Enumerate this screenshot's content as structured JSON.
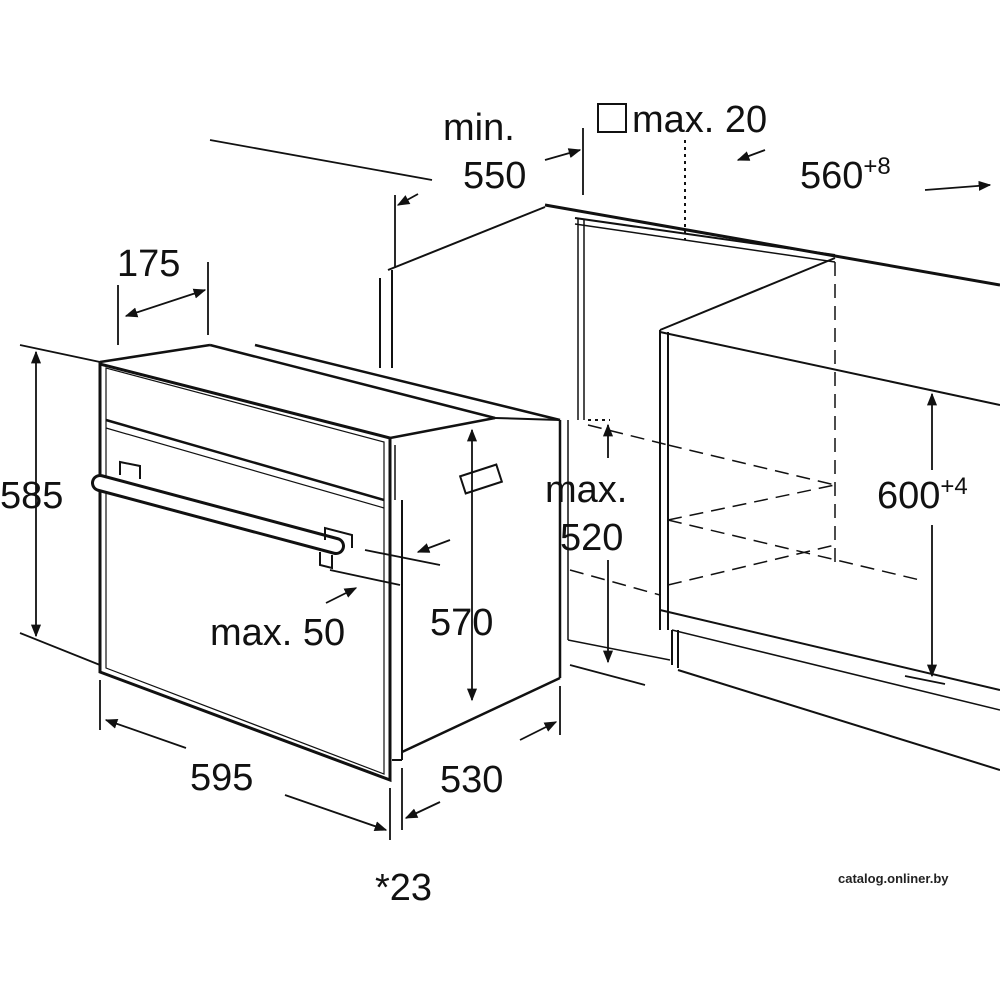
{
  "diagram": {
    "labels": {
      "min": "min.",
      "d550": "550",
      "max20": "max. 20",
      "d560": "560",
      "d560_tol": "+8",
      "d175": "175",
      "d585": "585",
      "max_a": "max.",
      "d520": "520",
      "d600": "600",
      "d600_tol": "+4",
      "max50": "max. 50",
      "d570": "570",
      "d595": "595",
      "d530": "530",
      "d23": "*23"
    },
    "watermark": "catalog.onliner.by"
  }
}
